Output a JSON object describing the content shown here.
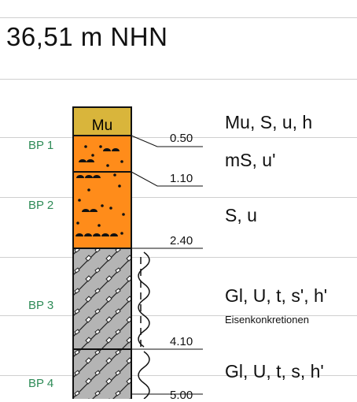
{
  "header": {
    "elevation": "36,51 m NHN"
  },
  "samples": [
    "BP 1",
    "BP 2",
    "BP 3",
    "BP 4"
  ],
  "layers": [
    {
      "symbol": "Mu",
      "bottom_depth": "0.50",
      "description": "Mu, S, u, h",
      "note": ""
    },
    {
      "symbol": "",
      "bottom_depth": "1.10",
      "description": "mS, u'",
      "note": ""
    },
    {
      "symbol": "",
      "bottom_depth": "2.40",
      "description": "S, u",
      "note": ""
    },
    {
      "symbol": "",
      "bottom_depth": "4.10",
      "description": "Gl, U, t, s', h'",
      "note": "Eisenkonkretionen"
    },
    {
      "symbol": "",
      "bottom_depth": "5.00",
      "description": "Gl, U, t, s, h'",
      "note": ""
    }
  ],
  "colors": {
    "topsoil": "#d9b53b",
    "sand": "#ff8c1a",
    "till": "#b4b4b4",
    "sample_label": "#2e8b57"
  }
}
